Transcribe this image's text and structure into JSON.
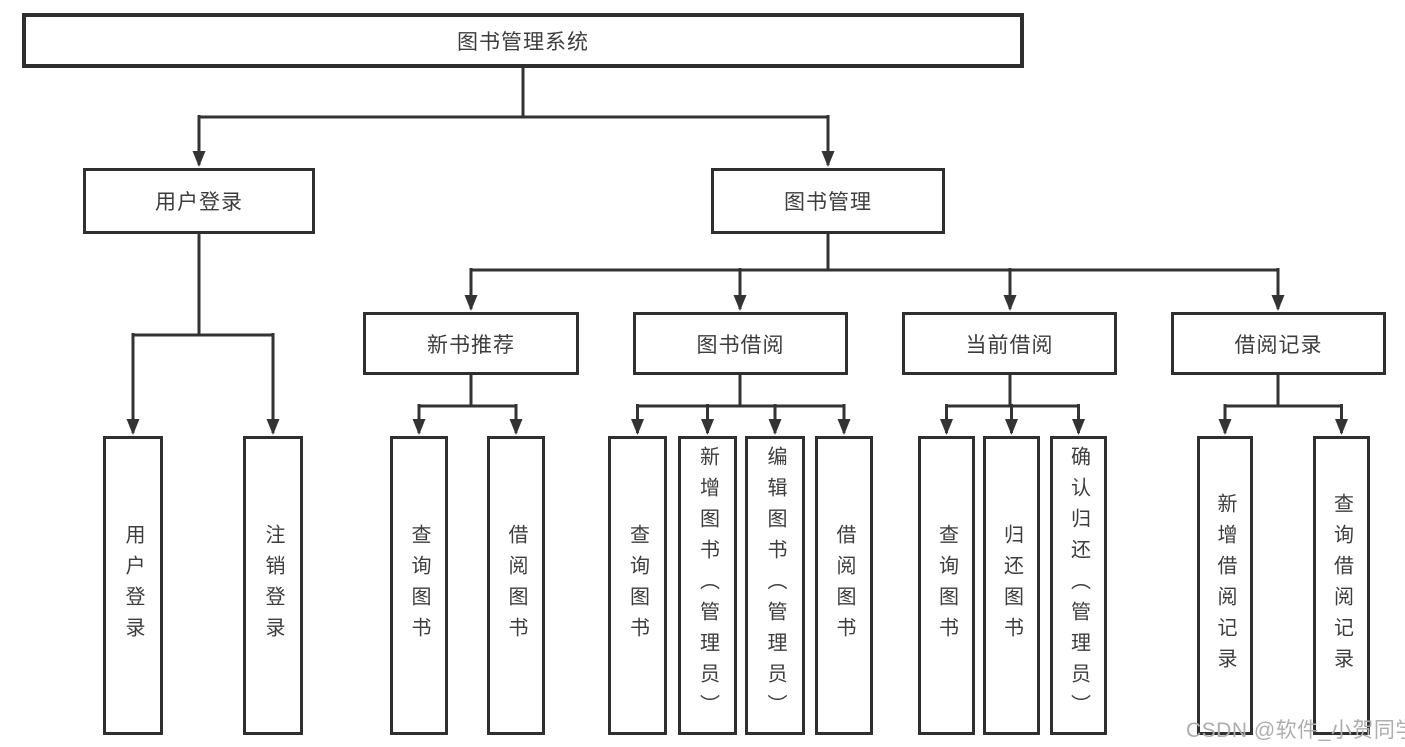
{
  "tree": {
    "root": {
      "label": "图书管理系统"
    },
    "branches": [
      {
        "label": "用户登录",
        "children": [
          {
            "label": "用户登录"
          },
          {
            "label": "注销登录"
          }
        ]
      },
      {
        "label": "图书管理",
        "children": [
          {
            "label": "新书推荐",
            "children": [
              {
                "label": "查询图书"
              },
              {
                "label": "借阅图书"
              }
            ]
          },
          {
            "label": "图书借阅",
            "children": [
              {
                "label": "查询图书"
              },
              {
                "label": "新增图书（管理员）"
              },
              {
                "label": "编辑图书（管理员）"
              },
              {
                "label": "借阅图书"
              }
            ]
          },
          {
            "label": "当前借阅",
            "children": [
              {
                "label": "查询图书"
              },
              {
                "label": "归还图书"
              },
              {
                "label": "确认归还（管理员）"
              }
            ]
          },
          {
            "label": "借阅记录",
            "children": [
              {
                "label": "新增借阅记录"
              },
              {
                "label": "查询借阅记录"
              }
            ]
          }
        ]
      }
    ]
  },
  "watermark": {
    "text": "CSDN @软件_小贺同学"
  },
  "colors": {
    "line": "#333333",
    "box_border": "#2f2f2f",
    "text": "#3d3d3d",
    "watermark": "#aeaeae",
    "background": "#ffffff"
  }
}
